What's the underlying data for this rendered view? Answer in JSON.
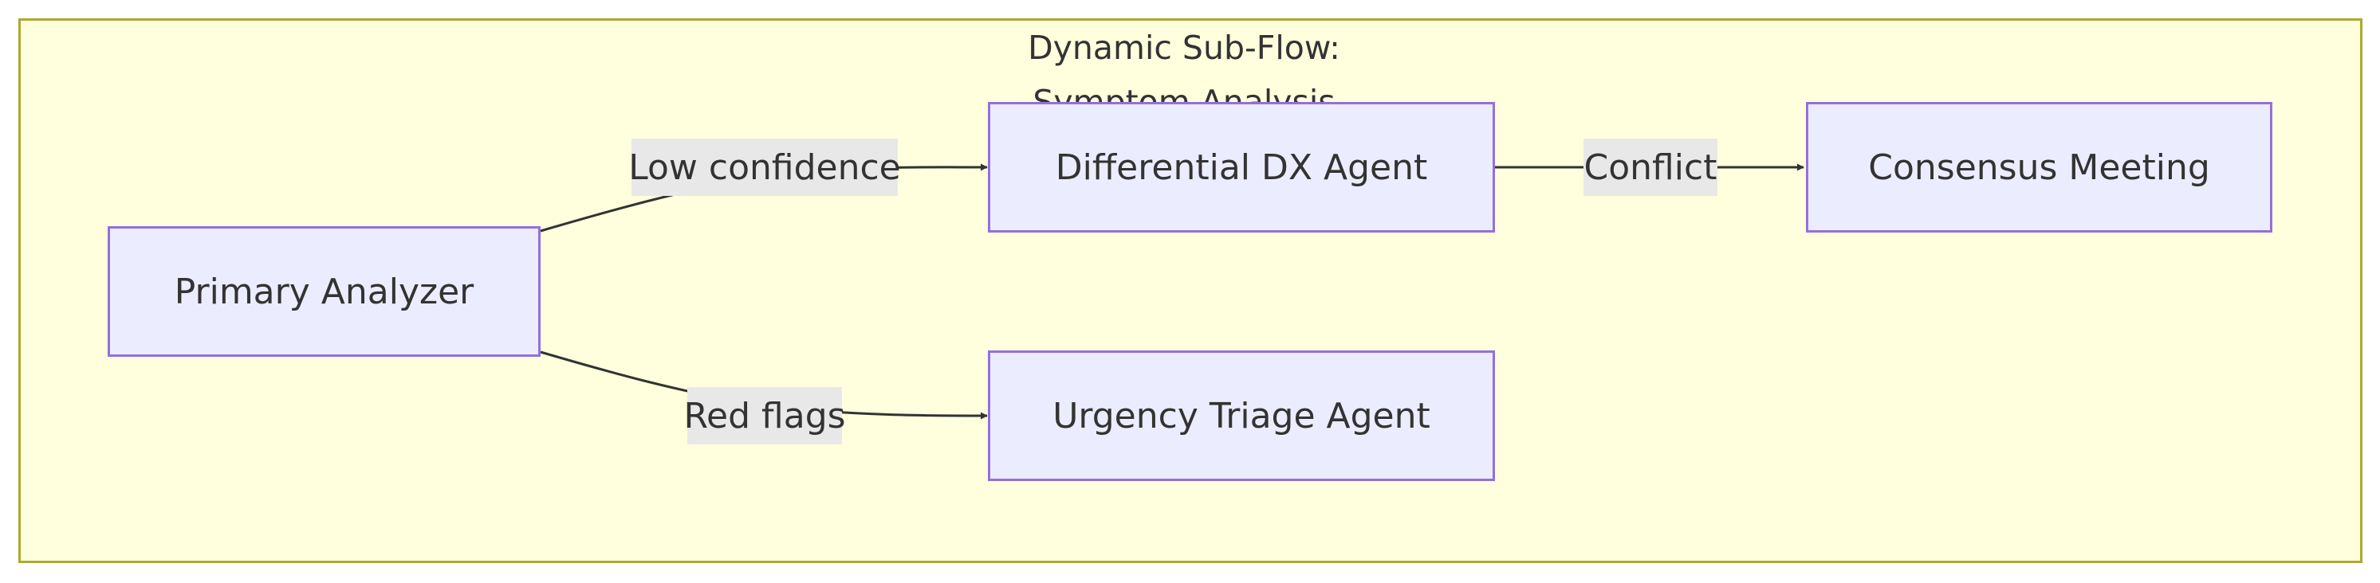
{
  "subgraph": {
    "title": "Dynamic Sub-Flow:\nSymptom Analysis",
    "fill": "#ffffde",
    "stroke": "#aaaa33"
  },
  "nodes": {
    "primary": {
      "label": "Primary Analyzer"
    },
    "differential": {
      "label": "Differential DX Agent"
    },
    "urgency": {
      "label": "Urgency Triage Agent"
    },
    "consensus": {
      "label": "Consensus Meeting"
    }
  },
  "edges": {
    "low_confidence": {
      "label": "Low confidence",
      "from": "Primary Analyzer",
      "to": "Differential DX Agent"
    },
    "red_flags": {
      "label": "Red flags",
      "from": "Primary Analyzer",
      "to": "Urgency Triage Agent"
    },
    "conflict": {
      "label": "Conflict",
      "from": "Differential DX Agent",
      "to": "Consensus Meeting"
    }
  },
  "colors": {
    "node_fill": "#ececff",
    "node_stroke": "#9370db",
    "edge_line": "#333333",
    "edge_label_bg": "#e8e8e8",
    "text": "#333333"
  }
}
